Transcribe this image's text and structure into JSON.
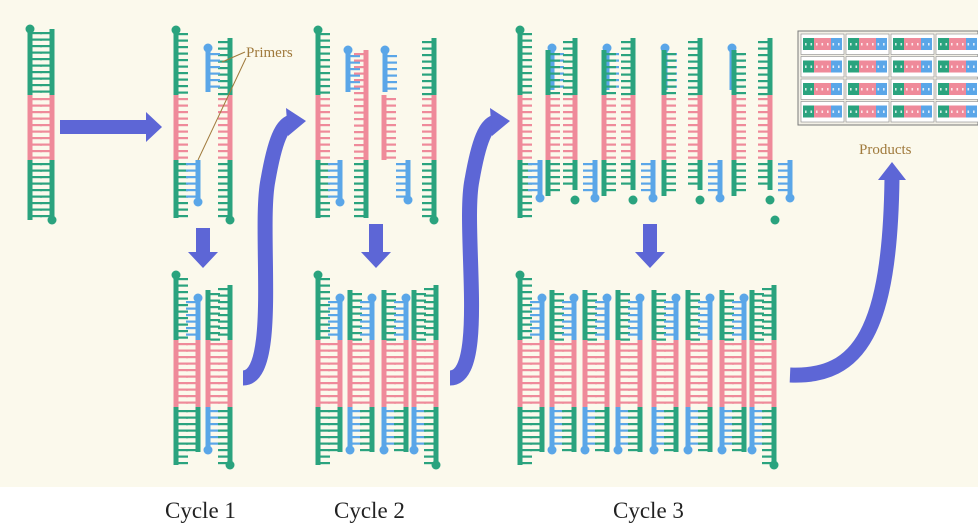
{
  "labels": {
    "primers": "Primers",
    "products": "Products",
    "cycles": [
      "Cycle 1",
      "Cycle 2",
      "Cycle 3"
    ]
  },
  "colors": {
    "flank": "#2aa37e",
    "target": "#ef8a9a",
    "primer": "#5aa6e8",
    "arrow": "#5d66d6",
    "background": "#fbf9ec",
    "annotation": "#a07a3c"
  }
}
